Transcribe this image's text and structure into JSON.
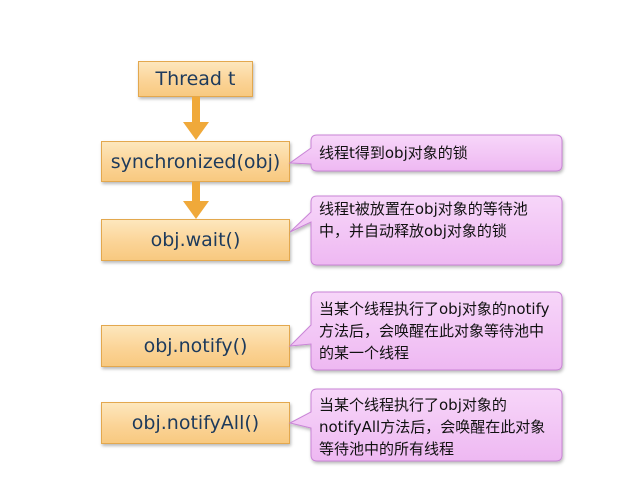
{
  "flow": {
    "thread": "Thread t",
    "sync": "synchronized(obj)",
    "wait": "obj.wait()",
    "notify": "obj.notify()",
    "notify_all": "obj.notifyAll()"
  },
  "callouts": {
    "lock": "线程t得到obj对象的锁",
    "wait": "线程t被放置在obj对象的等待池中，并自动释放obj对象的锁",
    "notify": "当某个线程执行了obj对象的notify方法后，会唤醒在此对象等待池中的某一个线程",
    "notify_all": "当某个线程执行了obj对象的notifyAll方法后，会唤醒在此对象等待池中的所有线程"
  },
  "colors": {
    "box_fill": "#fbd497",
    "box_border": "#e3a84e",
    "box_text": "#1d3a5c",
    "arrow": "#f0a93a",
    "callout_fill": "#f2c3f6",
    "callout_border": "#c984d6"
  }
}
